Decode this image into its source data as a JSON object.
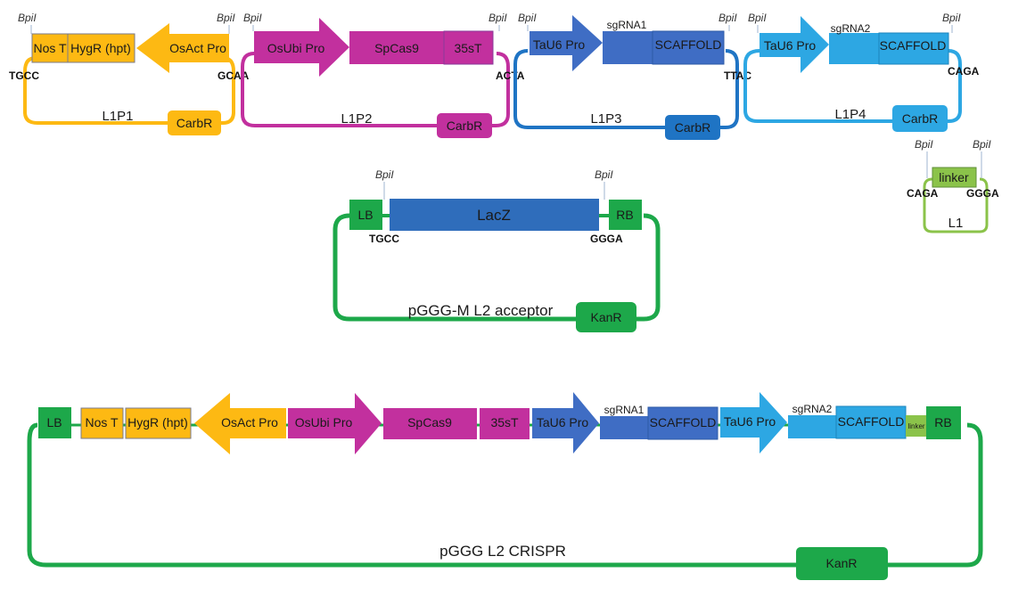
{
  "colors": {
    "yellow": "#FDB913",
    "magenta": "#C2309E",
    "blue_dark": "#3F6DC4",
    "blue_mid": "#1F74C4",
    "blue_light": "#2DA7E3",
    "green": "#1DA84A",
    "green_light": "#8BC34A",
    "lacz": "#2F6DBB"
  },
  "enzyme": "BpiI",
  "l1p1": {
    "name": "L1P1",
    "parts": [
      "Nos T",
      "HygR (hpt)",
      "OsAct Pro"
    ],
    "marker": "CarbR",
    "left_overhang": "TGCC",
    "right_overhang": "GCAA"
  },
  "l1p2": {
    "name": "L1P2",
    "parts": [
      "OsUbi Pro",
      "SpCas9",
      "35sT"
    ],
    "marker": "CarbR",
    "left_overhang": "",
    "right_overhang": "ACTA"
  },
  "l1p3": {
    "name": "L1P3",
    "parts": [
      "TaU6 Pro",
      "sgRNA1",
      "SCAFFOLD"
    ],
    "marker": "CarbR",
    "right_overhang": "TTAC"
  },
  "l1p4": {
    "name": "L1P4",
    "parts": [
      "TaU6 Pro",
      "sgRNA2",
      "SCAFFOLD"
    ],
    "marker": "CarbR",
    "right_overhang": "CAGA"
  },
  "l1": {
    "name": "L1",
    "parts": [
      "linker"
    ],
    "left_overhang": "CAGA",
    "right_overhang": "GGGA"
  },
  "acceptor": {
    "name": "pGGG-M L2 acceptor",
    "parts": [
      "LB",
      "LacZ",
      "RB"
    ],
    "marker": "KanR",
    "left_overhang": "TGCC",
    "right_overhang": "GGGA"
  },
  "final": {
    "name": "pGGG L2 CRISPR",
    "parts": [
      "LB",
      "Nos T",
      "HygR (hpt)",
      "OsAct Pro",
      "OsUbi Pro",
      "SpCas9",
      "35sT",
      "TaU6 Pro",
      "sgRNA1",
      "SCAFFOLD",
      "TaU6 Pro",
      "sgRNA2",
      "SCAFFOLD",
      "linker",
      "RB"
    ],
    "marker": "KanR"
  }
}
